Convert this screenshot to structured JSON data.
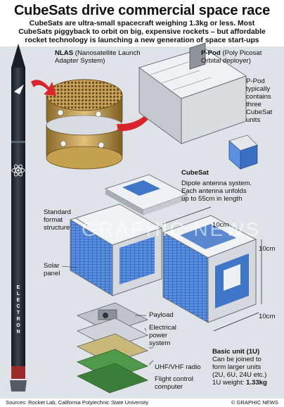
{
  "header": {
    "title": "CubeSats drive commercial space race",
    "subtitle_line1": "CubeSats are ultra-small spacecraft weighing 1.3kg or less. Most",
    "subtitle_line2": "CubeSats piggyback to orbit on big, expensive rockets – but affordable",
    "subtitle_line3": "rocket technology is launching a new generation of space start-ups"
  },
  "labels": {
    "nlas_bold": "NLAS",
    "nlas_rest": " (Nanosatellite Launch",
    "nlas_line2": "Adapter System)",
    "ppod_bold": "P-Pod",
    "ppod_rest": " (Poly Picosat",
    "ppod_line2": "Orbital deployer)",
    "ppod_desc_1": "P-Pod",
    "ppod_desc_2": "typically",
    "ppod_desc_3": "contains",
    "ppod_desc_4": "three",
    "ppod_desc_5": "CubeSat",
    "ppod_desc_6": "units",
    "cubesat": "CubeSat",
    "dipole_1": "Dipole antenna system.",
    "dipole_2": "Each antenna unfolds",
    "dipole_3": "up to 55cm in length",
    "standard_1": "Standard",
    "standard_2": "format",
    "standard_3": "structure",
    "solar_1": "Solar",
    "solar_2": "panel",
    "dim_top": "10cm",
    "dim_side": "10cm",
    "dim_bottom": "10cm",
    "payload": "Payload",
    "eps_1": "Electrical",
    "eps_2": "power",
    "eps_3": "system",
    "radio": "UHF/VHF radio",
    "fcc_1": "Flight control",
    "fcc_2": "computer",
    "basic_bold": "Basic unit (1U)",
    "basic_2": "Can be joined to",
    "basic_3": "form larger units",
    "basic_4": "(2U, 6U, 24U etc.)",
    "basic_5_prefix": "1U weight: ",
    "basic_5_value": "1.33kg",
    "rocket_text": "ELECTRON"
  },
  "watermark": "GRAPHIC NEWS",
  "footer": {
    "sources": "Sources: Rocket Lab, California Polytechnic State University",
    "credit": "© GRAPHIC NEWS"
  },
  "colors": {
    "panel_bg": "#dfe2e6",
    "solar_blue": "#3f76c8",
    "arrow_red": "#d8242a",
    "rocket_dark": "#2b2f36",
    "gold": "#b8923e"
  }
}
